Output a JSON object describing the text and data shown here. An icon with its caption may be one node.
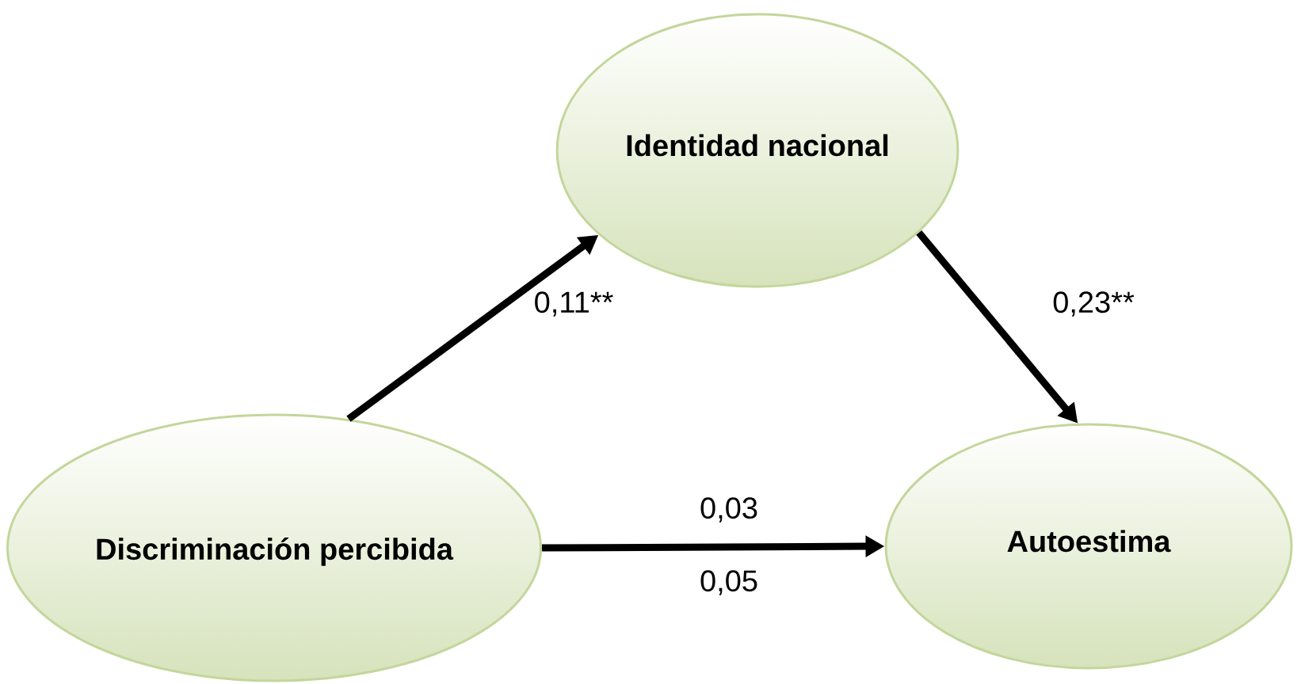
{
  "diagram": {
    "nodes": [
      {
        "text": [
          "Discriminación percibida"
        ]
      },
      {
        "text": [
          "Identidad nacional"
        ]
      },
      {
        "text": [
          "Autoestima"
        ]
      }
    ],
    "edges": [
      {
        "from": 0,
        "to": 1,
        "arrow": "to",
        "label": "0,11**"
      },
      {
        "from": 1,
        "to": 2,
        "arrow": "to",
        "label": "0,23**"
      },
      {
        "from": 0,
        "to": 2,
        "arrow": "to",
        "label": "0,03"
      }
    ],
    "labels": [
      "0,05"
    ]
  }
}
